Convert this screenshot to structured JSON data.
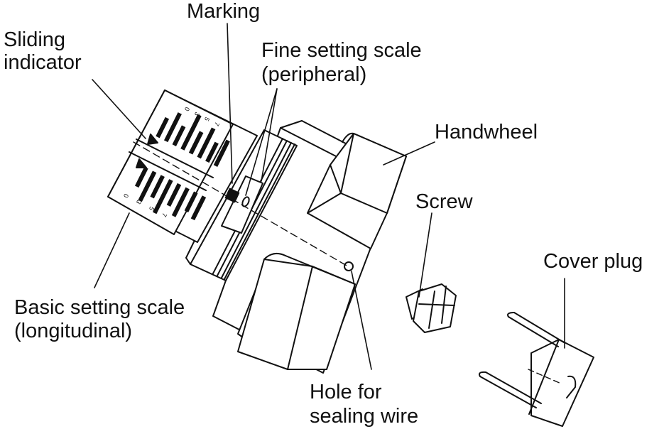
{
  "labels": {
    "marking": "Marking",
    "sliding_line1": "Sliding",
    "sliding_line2": "indicator",
    "fine_line1": "Fine setting scale",
    "fine_line2": "(peripheral)",
    "handwheel": "Handwheel",
    "screw": "Screw",
    "cover_plug": "Cover plug",
    "basic_line1": "Basic setting scale",
    "basic_line2": "(longitudinal)",
    "hole_line1": "Hole for",
    "hole_line2": "sealing wire"
  },
  "scale_digits": {
    "upper": [
      "0",
      "3",
      "5",
      "7"
    ],
    "lower": [
      "0",
      "3",
      "5",
      "7"
    ]
  },
  "colors": {
    "ink": "#111111",
    "paper": "#ffffff"
  }
}
